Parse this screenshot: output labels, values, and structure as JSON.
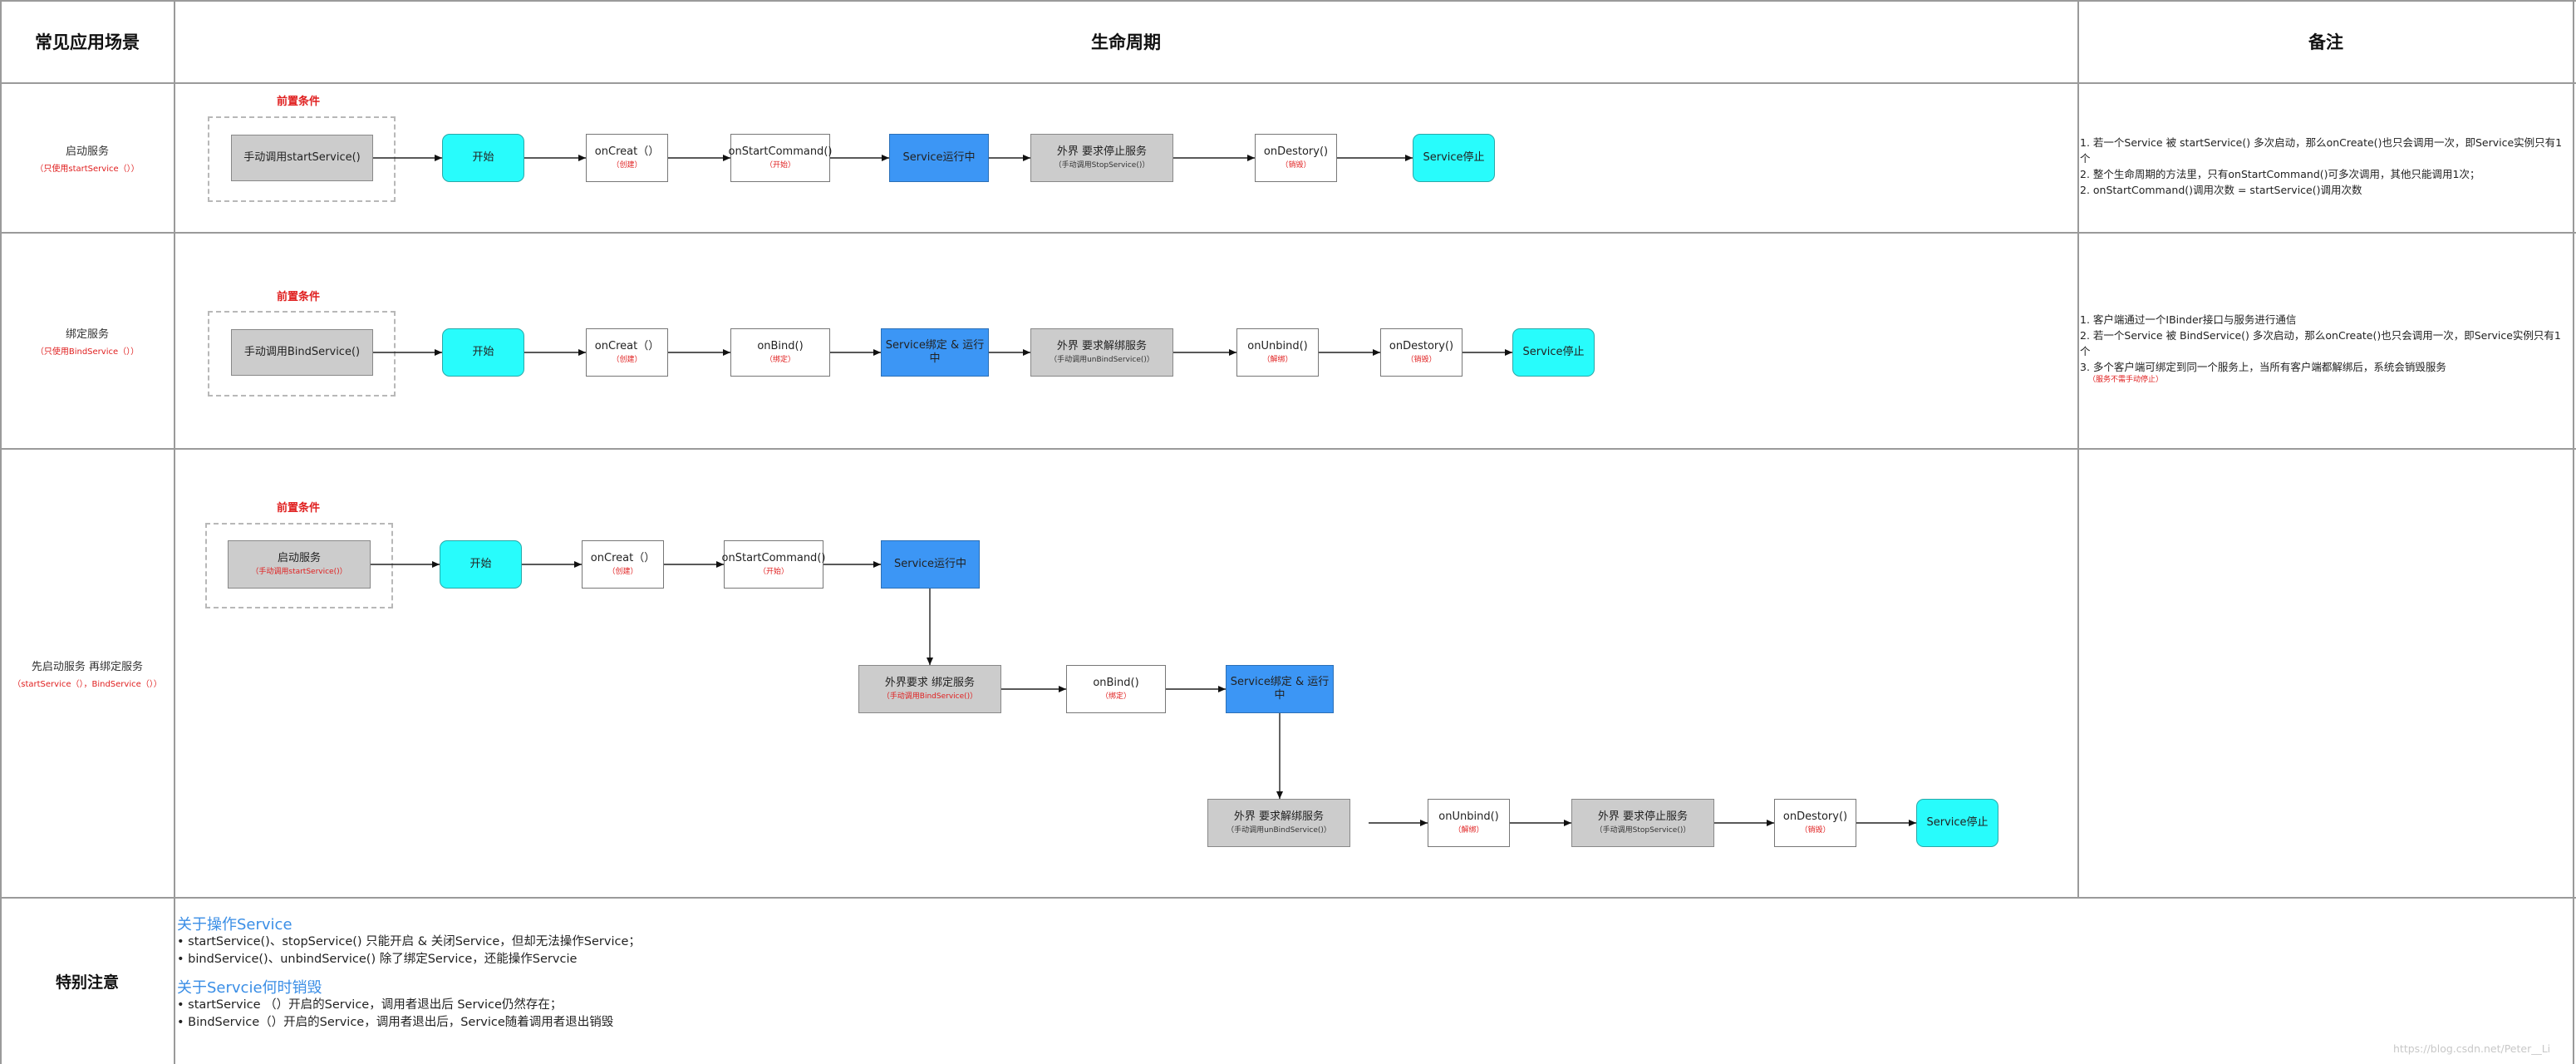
{
  "headers": {
    "scene": "常见应用场景",
    "lifecycle": "生命周期",
    "notes": "备注"
  },
  "precondition_label": "前置条件",
  "row1": {
    "scene_title": "启动服务",
    "scene_sub": "（只使用startService（））",
    "pre": "手动调用startService()",
    "start": "开始",
    "oncreate": "onCreat（）",
    "oncreate_sub": "（创建）",
    "onstartcommand": "onStartCommand()",
    "onstartcommand_sub": "（开始）",
    "running": "Service运行中",
    "stop_req": "外界 要求停止服务",
    "stop_req_sub": "（手动调用StopService()）",
    "ondestroy": "onDestory()",
    "ondestroy_sub": "（销毁）",
    "end": "Service停止",
    "notes": [
      "1. 若一个Service 被 startService() 多次启动，那么onCreate()也只会调用一次，即Service实例只有1个",
      "2. 整个生命周期的方法里，只有onStartCommand()可多次调用，其他只能调用1次；",
      "2. onStartCommand()调用次数 = startService()调用次数"
    ]
  },
  "row2": {
    "scene_title": "绑定服务",
    "scene_sub": "（只使用BindService（））",
    "pre": "手动调用BindService()",
    "start": "开始",
    "oncreate": "onCreat（）",
    "oncreate_sub": "（创建）",
    "onbind": "onBind()",
    "onbind_sub": "（绑定）",
    "running": "Service绑定 & 运行中",
    "unbind_req": "外界 要求解绑服务",
    "unbind_req_sub": "（手动调用unBindService()）",
    "onunbind": "onUnbind()",
    "onunbind_sub": "（解绑）",
    "ondestroy": "onDestory()",
    "ondestroy_sub": "（销毁）",
    "end": "Service停止",
    "notes": [
      "1. 客户端通过一个IBinder接口与服务进行通信",
      "2. 若一个Service 被 BindService() 多次启动，那么onCreate()也只会调用一次，即Service实例只有1个",
      "3. 多个客户端可绑定到同一个服务上，当所有客户端都解绑后，系统会销毁服务"
    ],
    "notes_red": "（服务不需手动停止）"
  },
  "row3": {
    "scene_title": "先启动服务 再绑定服务",
    "scene_sub": "（startService（），BindService（））",
    "pre": "启动服务",
    "pre_sub": "（手动调用startService()）",
    "start": "开始",
    "oncreate": "onCreat（）",
    "oncreate_sub": "（创建）",
    "onstartcommand": "onStartCommand()",
    "onstartcommand_sub": "（开始）",
    "running": "Service运行中",
    "bind_req": "外界要求 绑定服务",
    "bind_req_sub": "（手动调用BindService()）",
    "onbind": "onBind()",
    "onbind_sub": "（绑定）",
    "bound_running": "Service绑定 & 运行中",
    "unbind_req": "外界 要求解绑服务",
    "unbind_req_sub": "（手动调用unBindService()）",
    "onunbind": "onUnbind()",
    "onunbind_sub": "（解绑）",
    "stop_req": "外界 要求停止服务",
    "stop_req_sub": "（手动调用StopService()）",
    "ondestroy": "onDestory()",
    "ondestroy_sub": "（销毁）",
    "end": "Service停止"
  },
  "special": {
    "label": "特别注意",
    "h1": "关于操作Service",
    "l1": "• startService()、stopService() 只能开启 & 关闭Service，但却无法操作Service；",
    "l2": "• bindService()、unbindService() 除了绑定Service，还能操作Servcie",
    "h2": "关于Servcie何时销毁",
    "l3": "• startService （）开启的Service，调用者退出后 Service仍然存在；",
    "l4": "• BindService（）开启的Service，调用者退出后，Service随着调用者退出销毁"
  },
  "watermark": "https://blog.csdn.net/Peter__Li",
  "colors": {
    "blue": "#3c96f5",
    "cyan": "#28fcfc",
    "gray": "#cccccc",
    "red": "#e02020",
    "heading_blue": "#3a8ee6"
  }
}
